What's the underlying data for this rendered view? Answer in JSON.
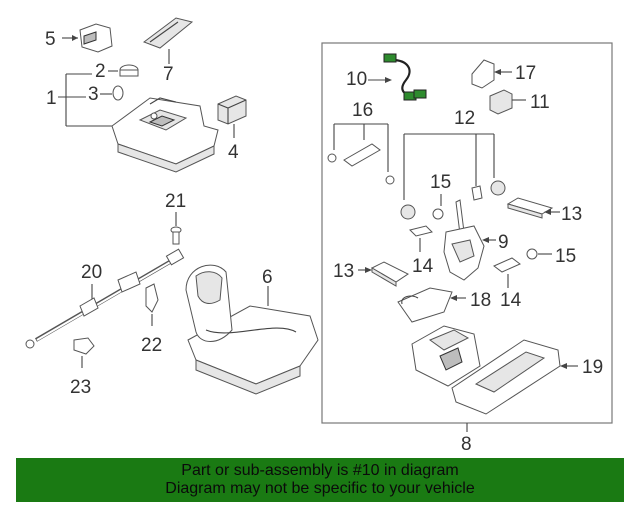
{
  "callouts": {
    "c1": "1",
    "c2": "2",
    "c3": "3",
    "c4": "4",
    "c5": "5",
    "c6": "6",
    "c7": "7",
    "c8": "8",
    "c9": "9",
    "c10": "10",
    "c11": "11",
    "c12": "12",
    "c13a": "13",
    "c13b": "13",
    "c14a": "14",
    "c14b": "14",
    "c15a": "15",
    "c15b": "15",
    "c16": "16",
    "c17": "17",
    "c18": "18",
    "c19": "19",
    "c20": "20",
    "c21": "21",
    "c22": "22",
    "c23": "23"
  },
  "banner": {
    "line1": "Part or sub-assembly is #10 in diagram",
    "line2": "Diagram may not be specific to your vehicle"
  },
  "colors": {
    "banner_bg": "#1a7a13",
    "highlight_part": "#2e8b2e"
  }
}
